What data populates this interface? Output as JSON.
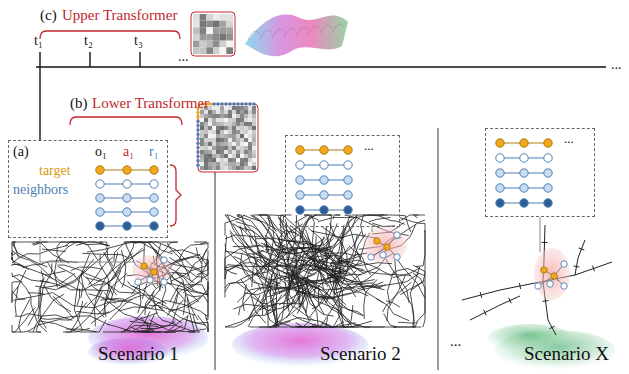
{
  "diagram": {
    "nodes": [
      {
        "text": [
          "(a)",
          "target",
          "neighbors",
          "o₁",
          "a₁",
          "r₁"
        ]
      },
      {
        "text": [
          "..."
        ]
      },
      {
        "text": [
          "..."
        ]
      }
    ],
    "labels": [
      "(c)",
      "Upper Transformer",
      "t₁",
      "t₂",
      "t₃",
      "...",
      "...",
      "(b)",
      "Lower Transformer",
      "Scenario 1",
      "Scenario 2",
      "...",
      "Scenario X"
    ]
  }
}
